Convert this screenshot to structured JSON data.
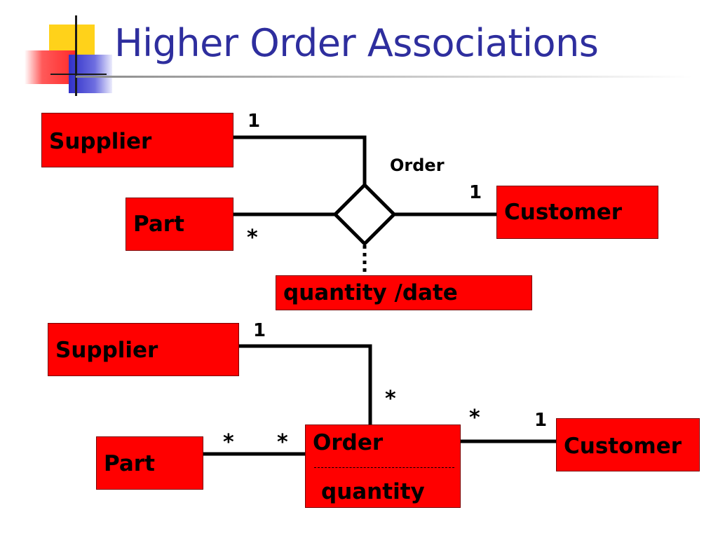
{
  "slide": {
    "title": "Higher Order Associations"
  },
  "diagram_top": {
    "supplier_label": "Supplier",
    "part_label": "Part",
    "customer_label": "Customer",
    "association_name": "Order",
    "attribute_label": "quantity /date",
    "multiplicity_supplier": "1",
    "multiplicity_part": "*",
    "multiplicity_customer": "1"
  },
  "diagram_bottom": {
    "supplier_label": "Supplier",
    "part_label": "Part",
    "customer_label": "Customer",
    "order_label": "Order",
    "order_attribute": "quantity",
    "mult_supplier_end": "1",
    "mult_supplier_order_end": "*",
    "mult_part_end": "*",
    "mult_part_order_end": "*",
    "mult_customer_order_end": "*",
    "mult_customer_end": "1"
  },
  "colors": {
    "box_fill": "#ff0000",
    "title": "#2e2e9e",
    "line": "#000000"
  }
}
